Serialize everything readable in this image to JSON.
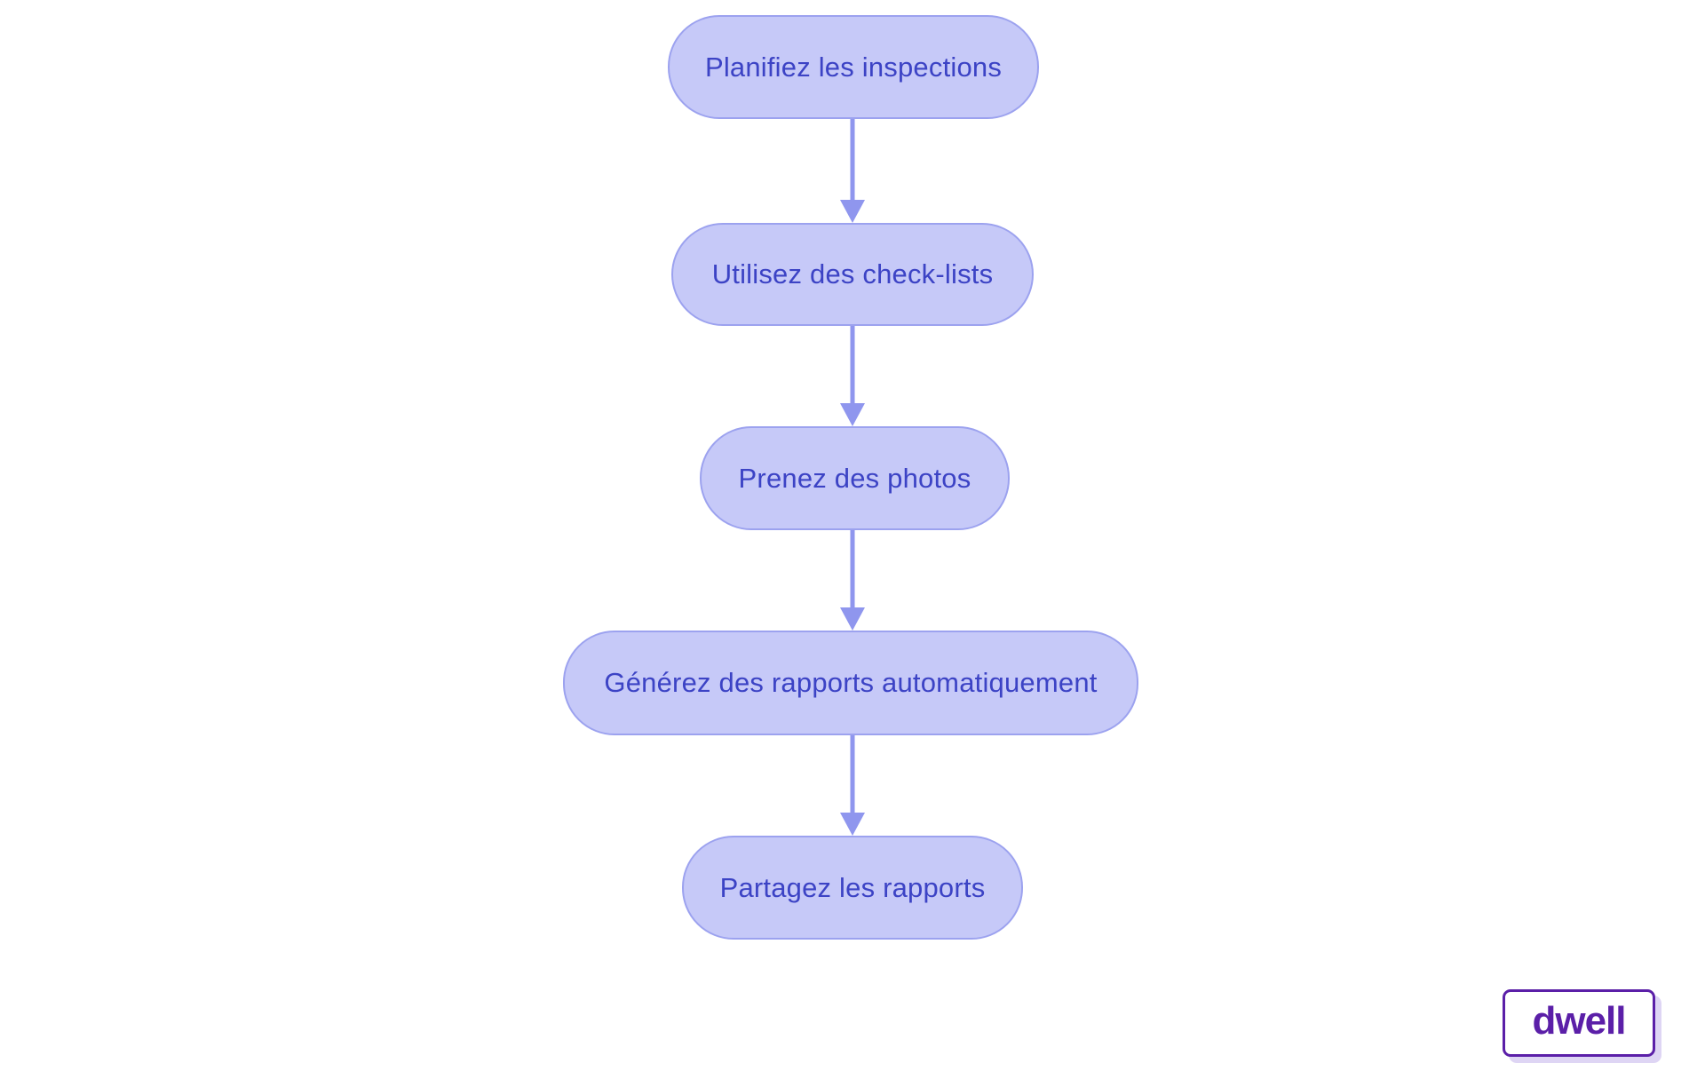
{
  "colors": {
    "background": "#ffffff",
    "node_fill": "#c6c9f8",
    "node_border": "#9ca2ef",
    "node_text": "#3c43c5",
    "arrow": "#8f96ee",
    "logo_purple": "#5b1fa8",
    "logo_shadow": "#ded5f4"
  },
  "flowchart": {
    "type": "flowchart",
    "direction": "top-down",
    "nodes": [
      {
        "label": "Planifiez les inspections"
      },
      {
        "label": "Utilisez des check-lists"
      },
      {
        "label": "Prenez des photos"
      },
      {
        "label": "Générez des rapports automatiquement"
      },
      {
        "label": "Partagez les rapports"
      }
    ],
    "edges": [
      {
        "from": 0,
        "to": 1
      },
      {
        "from": 1,
        "to": 2
      },
      {
        "from": 2,
        "to": 3
      },
      {
        "from": 3,
        "to": 4
      }
    ]
  },
  "logo": {
    "text": "dwell"
  }
}
